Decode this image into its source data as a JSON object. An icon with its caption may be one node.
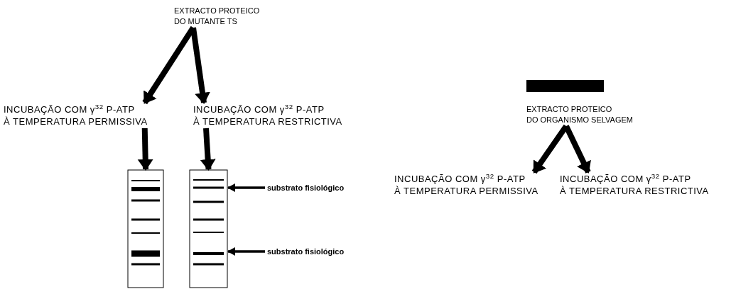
{
  "diagram": {
    "nodes": [
      {
        "text": [
          "EXTRACTO PROTEICO DO MUTANTE TS"
        ]
      },
      {
        "text": [
          "INCUBAÇÃO COM γ$^{32}$ P-ATP À TEMPERATURA PERMISSIVA"
        ]
      },
      {
        "text": [
          "INCUBAÇÃO COM γ$^{32}$ P-ATP À TEMPERATURA RESTRICTIVA"
        ]
      },
      {
        "text": [],
        "shape": "picture"
      },
      {
        "text": [],
        "shape": "picture"
      },
      {
        "text": [
          "substrato fisiológico"
        ]
      },
      {
        "text": [
          "substrato fisiológico"
        ]
      },
      {
        "text": [],
        "shape": "bar"
      },
      {
        "text": [
          "EXTRACTO PROTEICO DO ORGANISMO SELVAGEM"
        ]
      },
      {
        "text": [
          "INCUBAÇÃO COM γ$^{32}$ P-ATP À TEMPERATURA PERMISSIVA"
        ]
      },
      {
        "text": [
          "INCUBAÇÃO COM γ$^{32}$ P-ATP À TEMPERATURA RESTRICTIVA"
        ]
      }
    ],
    "edges": [
      {
        "from": 0,
        "to": 1,
        "arrow": "to"
      },
      {
        "from": 0,
        "to": 2,
        "arrow": "to"
      },
      {
        "from": 1,
        "to": 3,
        "arrow": "to"
      },
      {
        "from": 2,
        "to": 4,
        "arrow": "to"
      },
      {
        "from": 5,
        "to": 4,
        "arrow": "to"
      },
      {
        "from": 6,
        "to": 4,
        "arrow": "to"
      },
      {
        "from": 8,
        "to": 9,
        "arrow": "to"
      },
      {
        "from": 8,
        "to": 10,
        "arrow": "to"
      }
    ]
  }
}
